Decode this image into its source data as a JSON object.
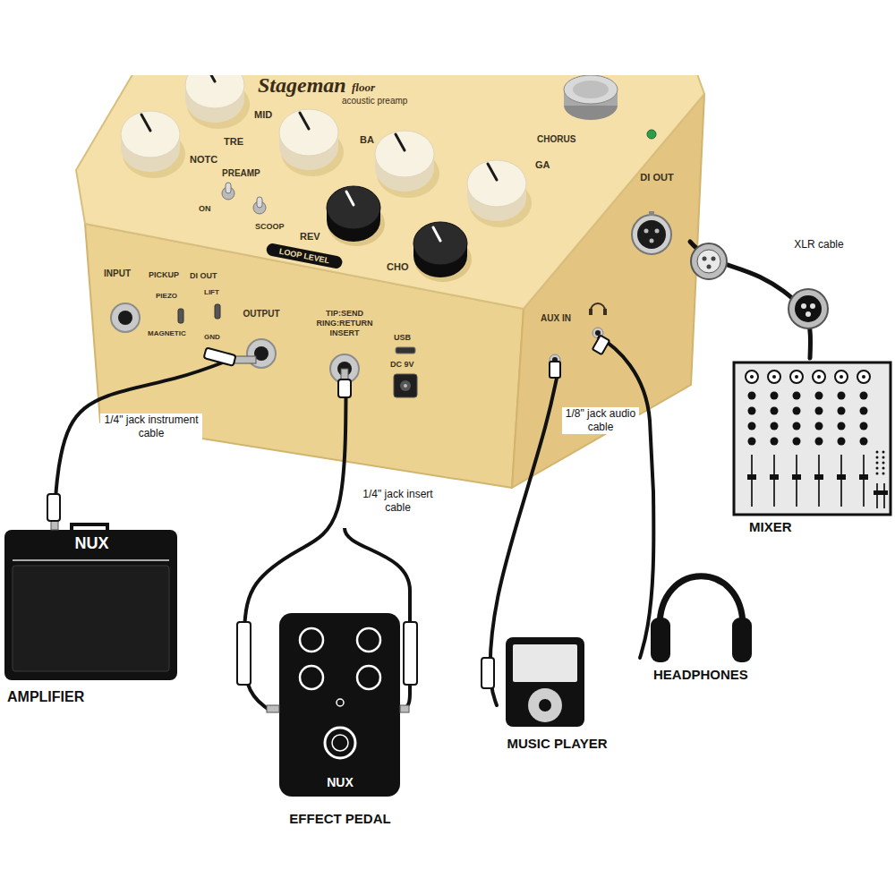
{
  "diagram": {
    "nodes": [
      {
        "text": [
          "Stageman",
          "floor",
          "acoustic preamp"
        ]
      },
      {
        "text": [
          "OUTPUT"
        ],
        "in": 0
      },
      {
        "text": [
          "TIP:SEND RING:RETURN INSERT"
        ],
        "in": 0
      },
      {
        "text": [
          "AUX IN"
        ],
        "in": 0
      },
      {
        "text": [
          "DI OUT"
        ],
        "in": 0
      },
      {
        "text": [
          "NUX",
          "AMPLIFIER"
        ]
      },
      {
        "text": [
          "NUX",
          "EFFECT PEDAL"
        ]
      },
      {
        "text": [
          "MUSIC PLAYER"
        ]
      },
      {
        "text": [
          "HEADPHONES"
        ]
      },
      {
        "text": [
          "MIXER"
        ]
      }
    ],
    "edges": [
      {
        "from": 1,
        "to": 5,
        "arrow": "none",
        "label": "1/4\" jack instrument cable"
      },
      {
        "from": 2,
        "to": 6,
        "arrow": "none",
        "label": "1/4\" jack insert cable"
      },
      {
        "from": 3,
        "to": 7,
        "arrow": "none",
        "label": "1/8\" jack audio cable"
      },
      {
        "from": 0,
        "to": 8,
        "arrow": "none"
      },
      {
        "from": 4,
        "to": 9,
        "arrow": "none",
        "label": "XLR cable"
      }
    ],
    "labels": [
      "TRE",
      "MID",
      "BA",
      "NOTC",
      "GA",
      "PREAMP",
      "ON",
      "SCOOP",
      "REV",
      "CHO",
      "LOOP LEVEL",
      "CHORUS",
      "INPUT",
      "PICKUP",
      "DI OUT",
      "PIEZO",
      "MAGNETIC",
      "LIFT",
      "GND",
      "USB",
      "DC 9V"
    ]
  }
}
